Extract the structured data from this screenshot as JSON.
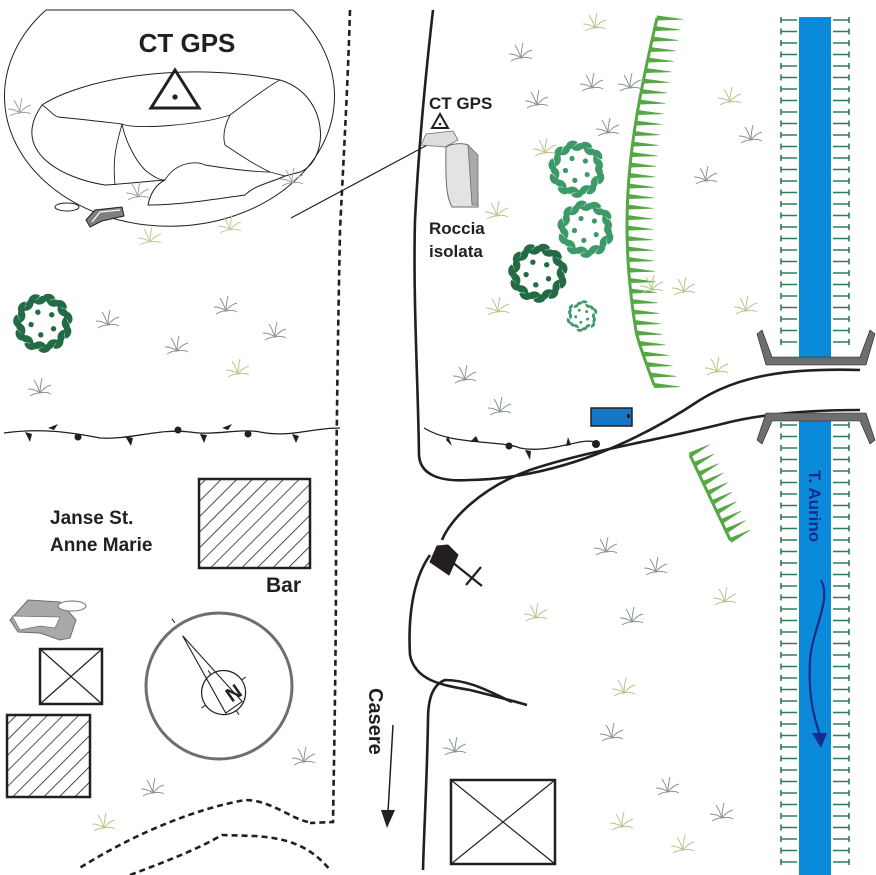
{
  "map": {
    "labels": {
      "inset_title": "CT GPS",
      "gps_point": "CT GPS",
      "rock_line1": "Roccia",
      "rock_line2": "isolata",
      "building_line1": "Janse St.",
      "building_line2": "Anne Marie",
      "bar": "Bar",
      "direction": "Casere",
      "river": "T. Aurino",
      "north": "N"
    },
    "colors": {
      "river": "#0a8ad8",
      "river_label": "#1b2a8c",
      "bank_tick": "#2e7d5b",
      "scarp": "#56a845",
      "tree_dark": "#226b45",
      "tree_light": "#3d9a68",
      "bridge": "#6d6e70",
      "rock_fill": "#a7a9ab",
      "grass_gray": "#8a9296",
      "grass_green": "#b8c48c",
      "ink": "#231f20",
      "hut": "#1877c4"
    },
    "symbols": [
      "survey-point-triangle",
      "isolated-rock",
      "tree",
      "scarp",
      "river-bank",
      "bridge",
      "hedge-fence",
      "hatched-building",
      "crossed-building",
      "chapel",
      "compass-north",
      "footpath"
    ]
  }
}
